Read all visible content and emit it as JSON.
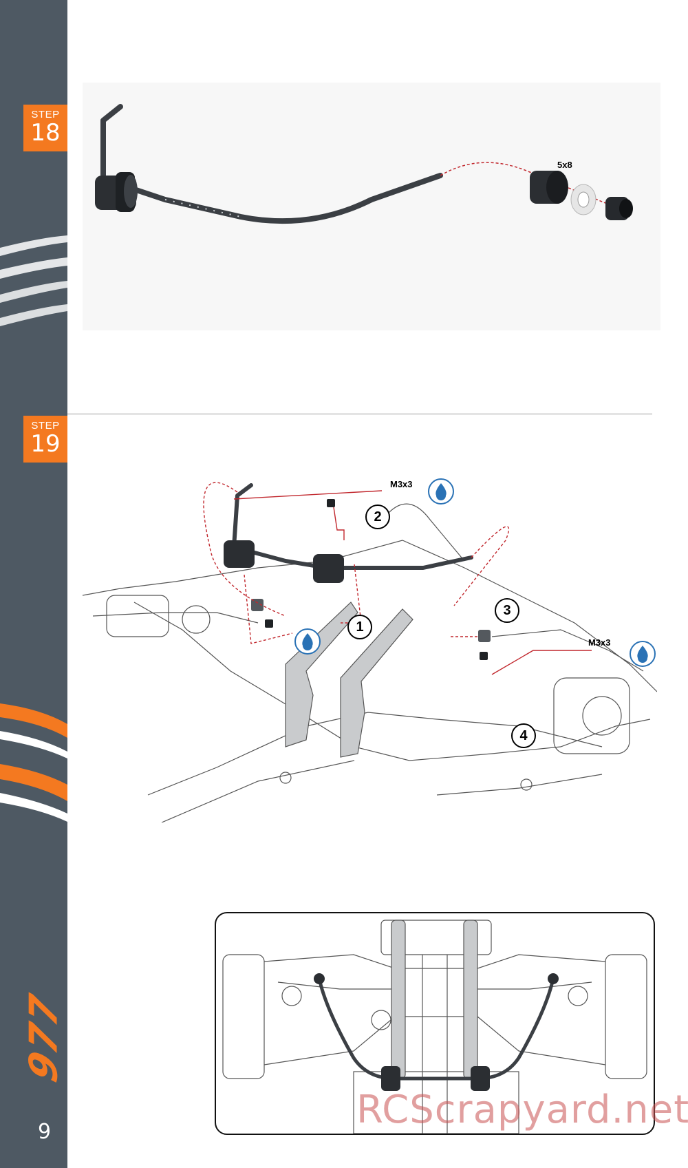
{
  "page": {
    "number": "9"
  },
  "brand": {
    "model": "977",
    "accent": "#f47920",
    "sidebar_color": "#4e5963"
  },
  "steps": [
    {
      "label": "STEP",
      "number": "18"
    },
    {
      "label": "STEP",
      "number": "19"
    }
  ],
  "step18": {
    "parts": [
      {
        "label": "5x8",
        "icon": "bearing-icon"
      }
    ]
  },
  "step19": {
    "screw_labels": [
      "M3x3",
      "M3x3"
    ],
    "callouts": [
      "1",
      "2",
      "3",
      "4"
    ],
    "icons": [
      "thread-lock-drop-icon"
    ]
  },
  "watermark": {
    "text": "RCScrapyard.net"
  }
}
